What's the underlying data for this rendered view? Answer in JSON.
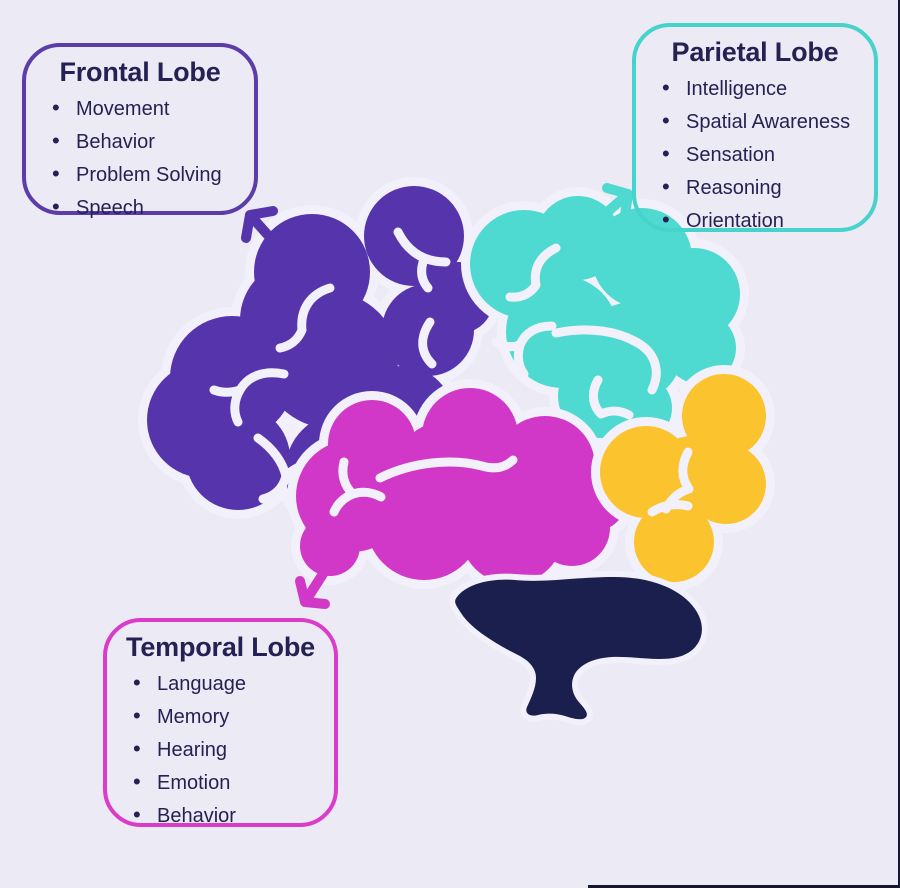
{
  "colors": {
    "page-bg": "#ECEAF5",
    "gap": "#F2F0FA",
    "frontal": "#5634AC",
    "parietal": "#4ED9D1",
    "temporal": "#D138C7",
    "occipital": "#FBC32E",
    "cerebellum": "#1B1F4E",
    "frontal-border": "#5B3CA8",
    "parietal-border": "#46D3CC",
    "temporal-border": "#DA3BCB",
    "text": "#252253"
  },
  "cards": {
    "frontal": {
      "title": "Frontal Lobe",
      "items": [
        "Movement",
        "Behavior",
        "Problem Solving",
        "Speech"
      ]
    },
    "parietal": {
      "title": "Parietal Lobe",
      "items": [
        "Intelligence",
        "Spatial Awareness",
        "Sensation",
        "Reasoning",
        "Orientation"
      ]
    },
    "temporal": {
      "title": "Temporal Lobe",
      "items": [
        "Language",
        "Memory",
        "Hearing",
        "Emotion",
        "Behavior"
      ]
    }
  }
}
